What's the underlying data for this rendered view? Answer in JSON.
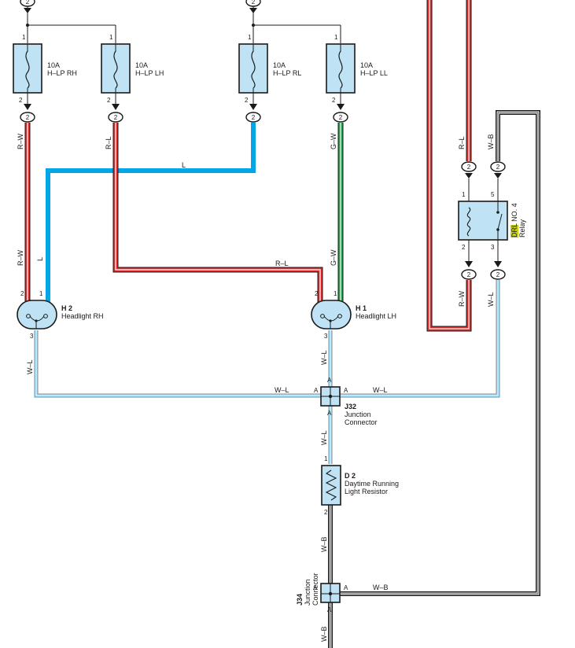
{
  "colors": {
    "red": "#e02a2a",
    "blue": "#00a6e6",
    "green": "#1fa34a",
    "black": "#1a1a1a",
    "component_fill": "#bfe3f5",
    "highlight": "#c8d400"
  },
  "fuses": [
    {
      "rating": "10A",
      "name": "H–LP RH",
      "pin_top": "1",
      "pin_bottom": "2",
      "connector": "2"
    },
    {
      "rating": "10A",
      "name": "H–LP LH",
      "pin_top": "1",
      "pin_bottom": "2",
      "connector": "2"
    },
    {
      "rating": "10A",
      "name": "H–LP RL",
      "pin_top": "1",
      "pin_bottom": "2",
      "connector": "2"
    },
    {
      "rating": "10A",
      "name": "H–LP LL",
      "pin_top": "1",
      "pin_bottom": "2",
      "connector": "2"
    }
  ],
  "top_connectors": [
    "2",
    "2"
  ],
  "wires": {
    "rw": "R–W",
    "rl": "R–L",
    "l": "L",
    "gw": "G–W",
    "wl": "W–L",
    "wb": "W–B"
  },
  "headlight_rh": {
    "code": "H 2",
    "name": "Headlight RH",
    "pin1": "1",
    "pin2": "2",
    "pin3": "3"
  },
  "headlight_lh": {
    "code": "H 1",
    "name": "Headlight LH",
    "pin1": "1",
    "pin2": "2",
    "pin3": "3"
  },
  "relay": {
    "name_highlight": "DRL",
    "name_rest": " NO. 4",
    "name_line2": "Relay",
    "pin1": "1",
    "pin2": "2",
    "pin3": "3",
    "pin5": "5",
    "connector": "2"
  },
  "j32": {
    "code": "J32",
    "line1": "Junction",
    "line2": "Connector",
    "pin": "A"
  },
  "d2": {
    "code": "D 2",
    "line1": "Daytime Running",
    "line2": "Light Resistor",
    "pin1": "1",
    "pin2": "2"
  },
  "j34": {
    "code": "J34",
    "line1": "Junction",
    "line2": "Connector",
    "pin": "A"
  }
}
